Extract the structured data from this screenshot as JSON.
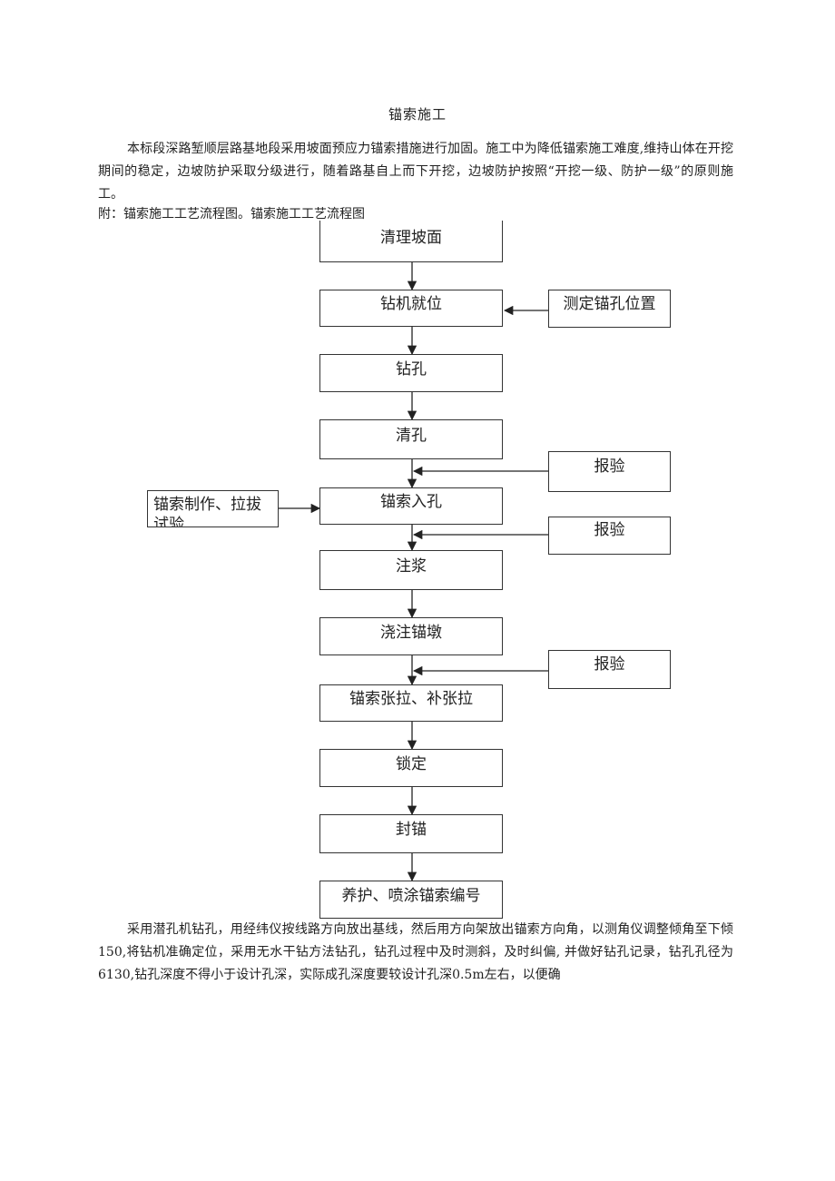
{
  "document": {
    "title": "锚索施工",
    "intro": "本标段深路堑顺层路基地段采用坡面预应力锚索措施进行加固。施工中为降低锚索施工难度,维持山体在开挖期间的稳定，边坡防护采取分级进行，随着路基自上而下开挖，边坡防护按照“开挖一级、防护一级”的原则施工。",
    "attachment_note": "附：锚索施工工艺流程图。锚索施工工艺流程图",
    "body_paragraph": "采用潜孔机钻孔，用经纬仪按线路方向放出基线，然后用方向架放出锚索方向角，以测角仪调整倾角至下倾150,将钻机准确定位，采用无水干钻方法钻孔，钻孔过程中及时测斜，及时纠偏, 并做好钻孔记录，钻孔孔径为6130,钻孔深度不得小于设计孔深，实际成孔深度要较设计孔深0.5m左右，以便确"
  },
  "flowchart": {
    "steps": [
      "清理坡面",
      "钻机就位",
      "钻孔",
      "清孔",
      "锚索入孔",
      "注浆",
      "浇注锚墩",
      "锚索张拉、补张拉",
      "锁定",
      "封锚",
      "养护、喷涂锚索编号"
    ],
    "side_inputs": {
      "survey": "测定锚孔位置",
      "inspect_1": "报验",
      "anchor_making": "锚索制作、拉拔试验",
      "inspect_2": "报验",
      "inspect_3": "报验"
    }
  }
}
